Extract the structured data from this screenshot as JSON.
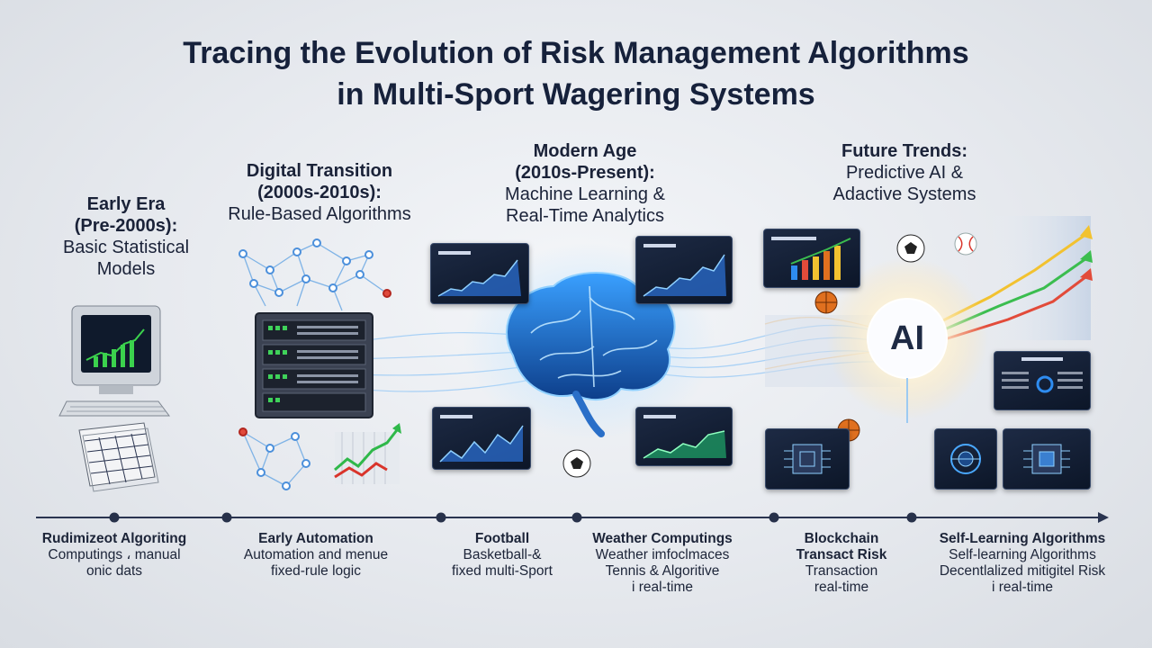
{
  "title": {
    "line1": "Tracing the Evolution of Risk Management Algorithms",
    "line2": "in Multi-Sport Wagering Systems"
  },
  "eras": [
    {
      "heading_lines": [
        "Early Era",
        "(Pre-2000s):"
      ],
      "desc_lines": [
        "Basic Statistical",
        "Models"
      ]
    },
    {
      "heading_lines": [
        "Digital Transition",
        "(2000s-2010s):"
      ],
      "desc_lines": [
        "Rule-Based Algorithms"
      ]
    },
    {
      "heading_lines": [
        "Modern Age",
        "(2010s-Present):"
      ],
      "desc_lines": [
        "Machine Learning &",
        "Real-Time Analytics"
      ]
    },
    {
      "heading_lines": [
        "Future Trends:"
      ],
      "desc_lines": [
        "Predictive AI &",
        "Adactive Systems"
      ]
    }
  ],
  "ai_label": "AI",
  "milestones": [
    {
      "heading": "Rudimizeot Algoriting",
      "lines": [
        "Computings ، manual",
        "onic dats"
      ]
    },
    {
      "heading": "Early Automation",
      "lines": [
        "Automation and menue",
        "fixed-rule logic"
      ]
    },
    {
      "heading": "Football",
      "lines": [
        "Basketball-&",
        "fixed multi-Sport"
      ]
    },
    {
      "heading": "Weather Computings",
      "lines": [
        "Weather imfoclmaces",
        "Tennis & Algoritive",
        "i real-time"
      ]
    },
    {
      "heading": "Blockchain",
      "lines": [
        "Transact Risk",
        "Transaction",
        "real-time"
      ]
    },
    {
      "heading": "Self-Learning Algorithms",
      "lines": [
        "Self-learning Algorithms",
        "Decentlalized mitigitel Risk",
        "i real-time"
      ]
    }
  ],
  "colors": {
    "accent_blue": "#2e8cf0",
    "up_green": "#2fb84a",
    "down_red": "#d9342b",
    "navy_panel": "#0f1b30",
    "timeline": "#2a3450"
  },
  "icons": [
    "crt-computer-icon",
    "keyboard-icon",
    "ledger-icon",
    "network-graph-icon",
    "server-rack-icon",
    "rising-chart-icon",
    "brain-icon",
    "soccer-ball-icon",
    "basketball-icon",
    "baseball-icon",
    "ai-orb-icon",
    "chip-icon"
  ]
}
